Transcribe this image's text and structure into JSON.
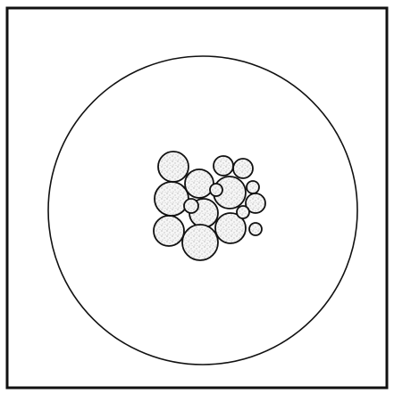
{
  "figure": {
    "style": "line-drawing",
    "colors": {
      "ink": "#111111",
      "paper": "#ffffff",
      "bubble_fill": "#f4f4f4"
    },
    "elements": [
      "square-frame",
      "large-circle",
      "bubble-cluster"
    ],
    "bubble_count": 16
  }
}
